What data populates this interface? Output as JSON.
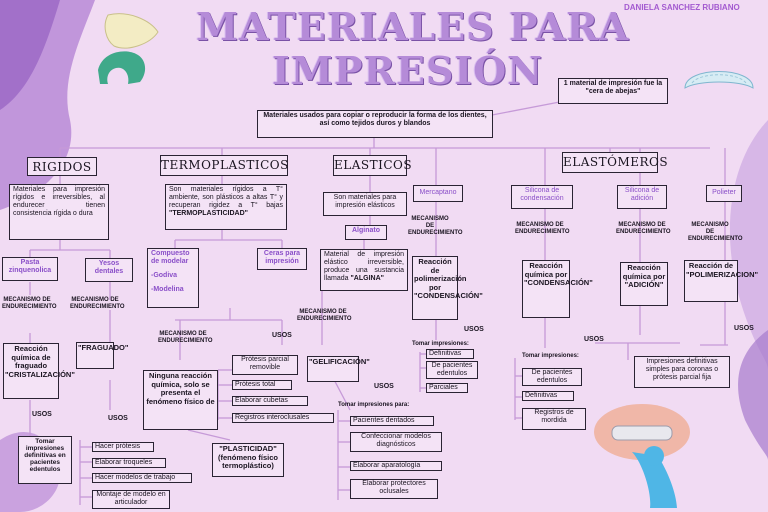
{
  "author": "DANIELA SANCHEZ RUBIANO",
  "title_line1": "MATERIALES PARA",
  "title_line2": "IMPRESIÓN",
  "intro": "Materiales usados para copiar o reproducir la forma de los dientes, así como tejidos duros y blandos",
  "first_material": "1 material de impresión fue la \"cera de abejas\"",
  "categories": {
    "rigidos": "RIGIDOS",
    "termoplasticos": "TERMOPLASTICOS",
    "elasticos": "ELASTICOS",
    "elastomeros": "ELASTÓMEROS"
  },
  "rigidos": {
    "desc": "Materiales para impresión rígidos e irreversibles, al endurecer tienen consistencia rígida o dura",
    "pasta": "Pasta zinquenolica",
    "yesos": "Yesos dentales",
    "mech_label": "MECANISMO DE ENDURECIMIENTO",
    "pasta_mech": "Reacción química de fraguado \"CRISTALIZACIÓN\"",
    "yesos_mech": "\"FRAGUADO\"",
    "usos": "USOS",
    "pasta_use": "Tomar impresiones definitivas en pacientes edentulos",
    "yesos_uses": [
      "Hacer prótesis",
      "Elaborar troqueles",
      "Hacer modelos de trabajo",
      "Montaje de modelo en articulador"
    ]
  },
  "termo": {
    "desc_a": "Son materiales rígidos a T° ambiente, son plásticos a altas T° y recuperan rigidez a T° bajas ",
    "desc_b": "\"TERMOPLASTICIDAD\"",
    "compuesto": "Compuesto de modelar",
    "godiva": "-Godiva",
    "modelina": "-Modelina",
    "ceras": "Ceras para impresión",
    "mech_label": "MECANISMO DE ENDURECIMIENTO",
    "mech": "Ninguna reacción química, solo se presenta el fenómeno físico de",
    "plasticidad": "\"PLASTICIDAD\" (fenómeno físico termoplástico)",
    "usos": "USOS",
    "uses": [
      "Prótesis parcial removible",
      "Prótesis total",
      "Elaborar cubetas",
      "Registros interoclusales"
    ]
  },
  "elasticos": {
    "desc": "Son materiales para impresión elásticos",
    "alginato": "Alginato",
    "alg_desc": "Material de impresión elástico irreversible, produce una sustancia llamada ",
    "alg_bold": "\"ALGINA\"",
    "mech_label": "MECANISMO DE ENDURECIMIENTO",
    "mech": "\"GELIFICACIÓN\"",
    "usos": "USOS",
    "tomar": "Tomar impresiones para:",
    "uses": [
      "Pacientes dentados",
      "Confeccionar modelos diagnósticos",
      "Elaborar aparatología",
      "Elaborar protectores oclusales"
    ]
  },
  "elastomeros": {
    "mercaptano": "Mercaptano",
    "silicona_cond": "Silicona de condensación",
    "silicona_adic": "Silicona de adición",
    "polieter": "Polieter",
    "mech_label": "MECANISMO DE ENDURECIMIENTO",
    "merc_mech": "Reacción de polimerización por \"CONDENSACIÓN\"",
    "cond_mech": "Reacción química por \"CONDENSACIÓN\"",
    "adic_mech": "Reacción química por \"ADICIÓN\"",
    "poli_mech": "Reacción de \"POLIMERIZACION\"",
    "usos": "USOS",
    "merc_tomar": "Tomar impresiones:",
    "merc_uses": [
      "Definitivas",
      "De pacientes edentulos",
      "Parciales"
    ],
    "sil_tomar": "Tomar impresiones:",
    "sil_uses": [
      "De pacientes edentulos",
      "Definitivas",
      "Registros de mordida"
    ],
    "poli_use": "Impresiones definitivas simples para coronas o prótesis parcial fija"
  }
}
